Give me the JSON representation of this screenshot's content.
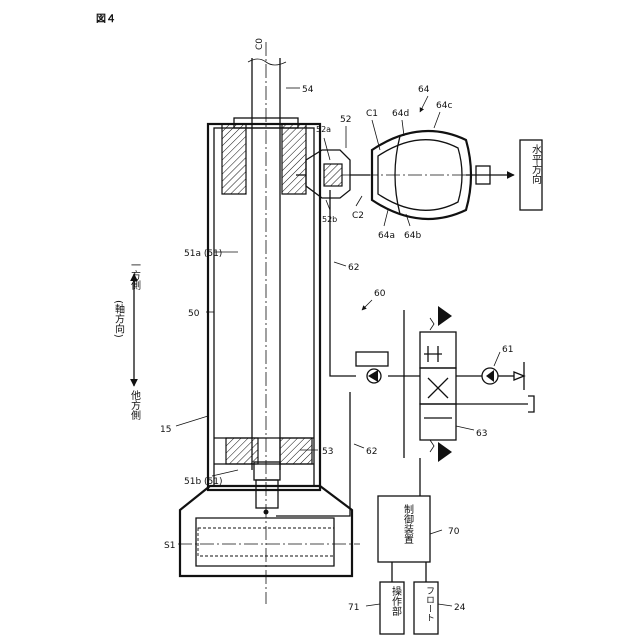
{
  "figure": {
    "title": "図４"
  },
  "labels": {
    "c0": "C0",
    "s1": "S1",
    "n54": "54",
    "n52": "52",
    "n52a": "52a",
    "n52b": "52b",
    "c1": "C1",
    "c2": "C2",
    "n64": "64",
    "n64a": "64a",
    "n64b": "64b",
    "n64c": "64c",
    "n64d": "64d",
    "n51a": "51a (51)",
    "n51b": "51b (51)",
    "n50": "50",
    "n53": "53",
    "n15": "15",
    "n62a": "62",
    "n62b": "62",
    "n60": "60",
    "n61": "61",
    "n63": "63",
    "n70": "70",
    "n71": "71",
    "n24": "24"
  },
  "text": {
    "horizontal_direction": "水平方向",
    "axial_direction": "(軸方向)",
    "one_side": "一方側",
    "other_side": "他方側",
    "control_device": "制御装置",
    "operation_unit": "操作部",
    "float": "フロート"
  }
}
